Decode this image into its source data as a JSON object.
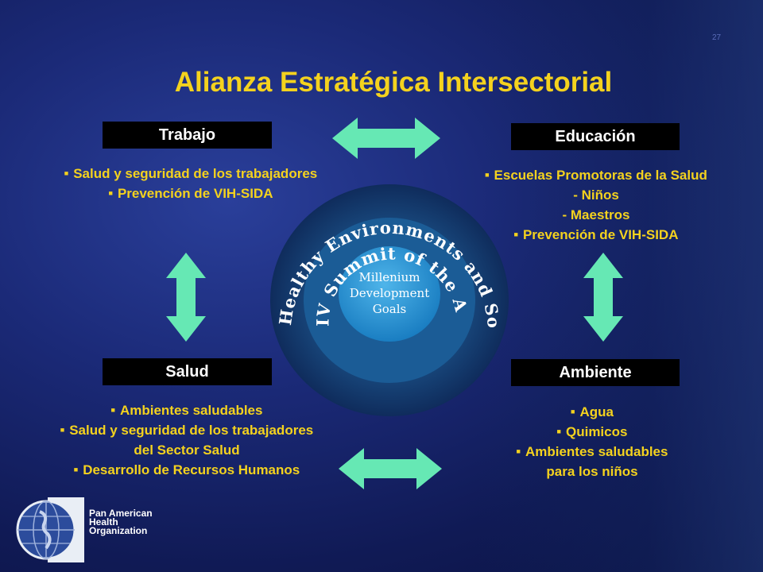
{
  "slide": {
    "number": "27",
    "title": "Alianza Estratégica Intersectorial"
  },
  "sectors": {
    "trabajo": {
      "label": "Trabajo",
      "items": [
        "Salud y seguridad de los trabajadores",
        "Prevención de VIH-SIDA"
      ]
    },
    "educacion": {
      "label": "Educación",
      "items": [
        "Escuelas Promotoras de la Salud",
        "- Niños",
        "- Maestros",
        "Prevención de VIH-SIDA"
      ]
    },
    "salud": {
      "label": "Salud",
      "items": [
        "Ambientes saludables",
        "Salud y seguridad de los trabajadores",
        "del Sector Salud",
        "Desarrollo de Recursos Humanos"
      ]
    },
    "ambiente": {
      "label": "Ambiente",
      "items": [
        "Agua",
        "Quimicos",
        "Ambientes saludables",
        "para los niños"
      ]
    }
  },
  "diagram": {
    "outer_ring": "Healthy Environments and Social Protection",
    "middle_ring": "IV Summit of the Americas",
    "center": [
      "Millenium",
      "Development",
      "Goals"
    ]
  },
  "organization": {
    "lines": [
      "Pan American",
      "Health",
      "Organization"
    ]
  },
  "colors": {
    "title": "#f4d21e",
    "arrow": "#66e8b4",
    "ring_outer": "#1c4f8a",
    "ring_middle": "#1a6ea8",
    "center": "#2a95d4"
  }
}
